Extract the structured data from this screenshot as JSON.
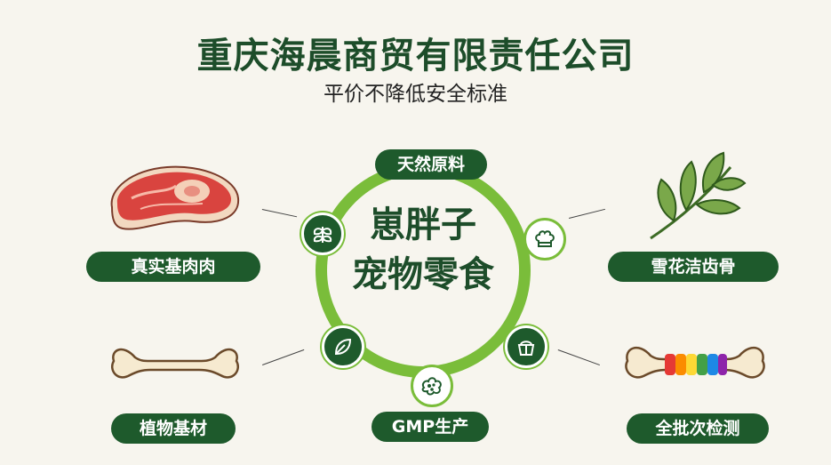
{
  "header": {
    "company_name": "重庆海晨商贸有限责任公司",
    "tagline": "平价不降低安全标准"
  },
  "center": {
    "line1": "崽胖子",
    "line2": "宠物零食"
  },
  "features": {
    "top": "天然原料",
    "bottom": "GMP生产",
    "left_top": "真实基肉肉",
    "left_bottom": "植物基材",
    "right_top": "雪花洁齿骨",
    "right_bottom": "全批次检测"
  },
  "colors": {
    "dark_green": "#1e5a2c",
    "ring_green": "#7abd3a",
    "background": "#f7f5ee"
  },
  "icons": [
    "leaves-icon",
    "chef-hat-icon",
    "leaf-icon",
    "lunchbox-icon",
    "flower-icon",
    "steak-icon",
    "bone-icon",
    "herb-icon",
    "rainbow-bone-icon"
  ]
}
